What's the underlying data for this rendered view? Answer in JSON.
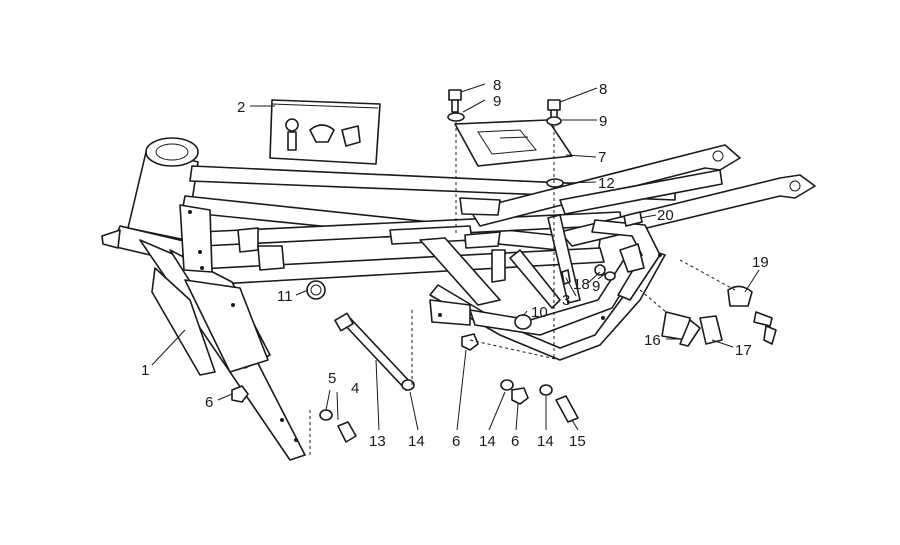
{
  "callouts": {
    "c1": "1",
    "c2": "2",
    "c3": "3",
    "c4": "4",
    "c5": "5",
    "c6a": "6",
    "c6b": "6",
    "c6c": "6",
    "c7": "7",
    "c8a": "8",
    "c8b": "8",
    "c9a": "9",
    "c9b": "9",
    "c9c": "9",
    "c10": "10",
    "c11": "11",
    "c12": "12",
    "c13": "13",
    "c14a": "14",
    "c14b": "14",
    "c14c": "14",
    "c15": "15",
    "c16": "16",
    "c17": "17",
    "c18": "18",
    "c19": "19",
    "c20": "20"
  },
  "colors": {
    "line": "#1a1a1a",
    "background": "#ffffff"
  }
}
